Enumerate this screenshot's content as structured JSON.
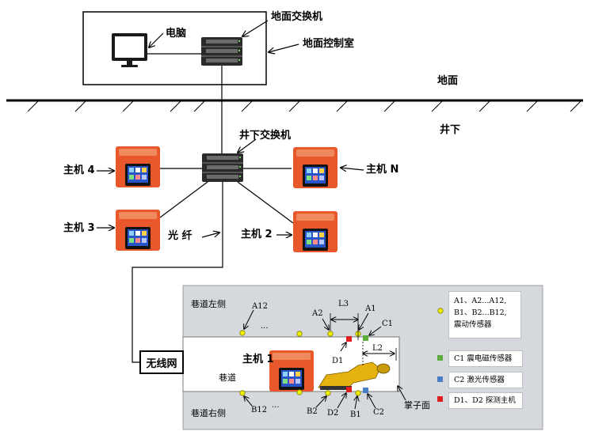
{
  "labels": {
    "computer": "电脑",
    "surface_switch": "地面交换机",
    "surface_control_room": "地面控制室",
    "ground": "地面",
    "underground": "井下",
    "underground_switch": "井下交换机",
    "host4": "主机 4",
    "hostN": "主机 N",
    "host3": "主机 3",
    "host2": "主机 2",
    "fiber": "光 纤",
    "wireless": "无线网",
    "host1": "主机 1",
    "roadway": "巷道",
    "roadway_left": "巷道左侧",
    "roadway_right": "巷道右侧",
    "face": "掌子面"
  },
  "sensors": {
    "A12": "A12",
    "A2": "A2",
    "A1": "A1",
    "C1": "C1",
    "B12": "B12",
    "B2": "B2",
    "D2": "D2",
    "B1": "B1",
    "C2": "C2",
    "D1": "D1",
    "L2": "L2",
    "L3": "L3",
    "dots_top": "...",
    "dots_bottom": "..."
  },
  "legend": {
    "vibration_line1": "A1、A2...A12,",
    "vibration_line2": "B1、B2...B12,",
    "vibration_line3": "震动传感器",
    "em": "C1 震电磁传感器",
    "laser": "C2 激光传感器",
    "probe": "D1、D2 探测主机"
  },
  "colors": {
    "sensor_yellow": "#f2f000",
    "em_green": "#5cad3e",
    "laser_blue": "#4a7fc8",
    "probe_red": "#e02020",
    "host_orange": "#e8582b",
    "panel_gray": "#d5d8dc",
    "screen_blue": "#2a55c8",
    "switch_dark": "#2a2a2a",
    "machine_yellow": "#e6b20f"
  }
}
